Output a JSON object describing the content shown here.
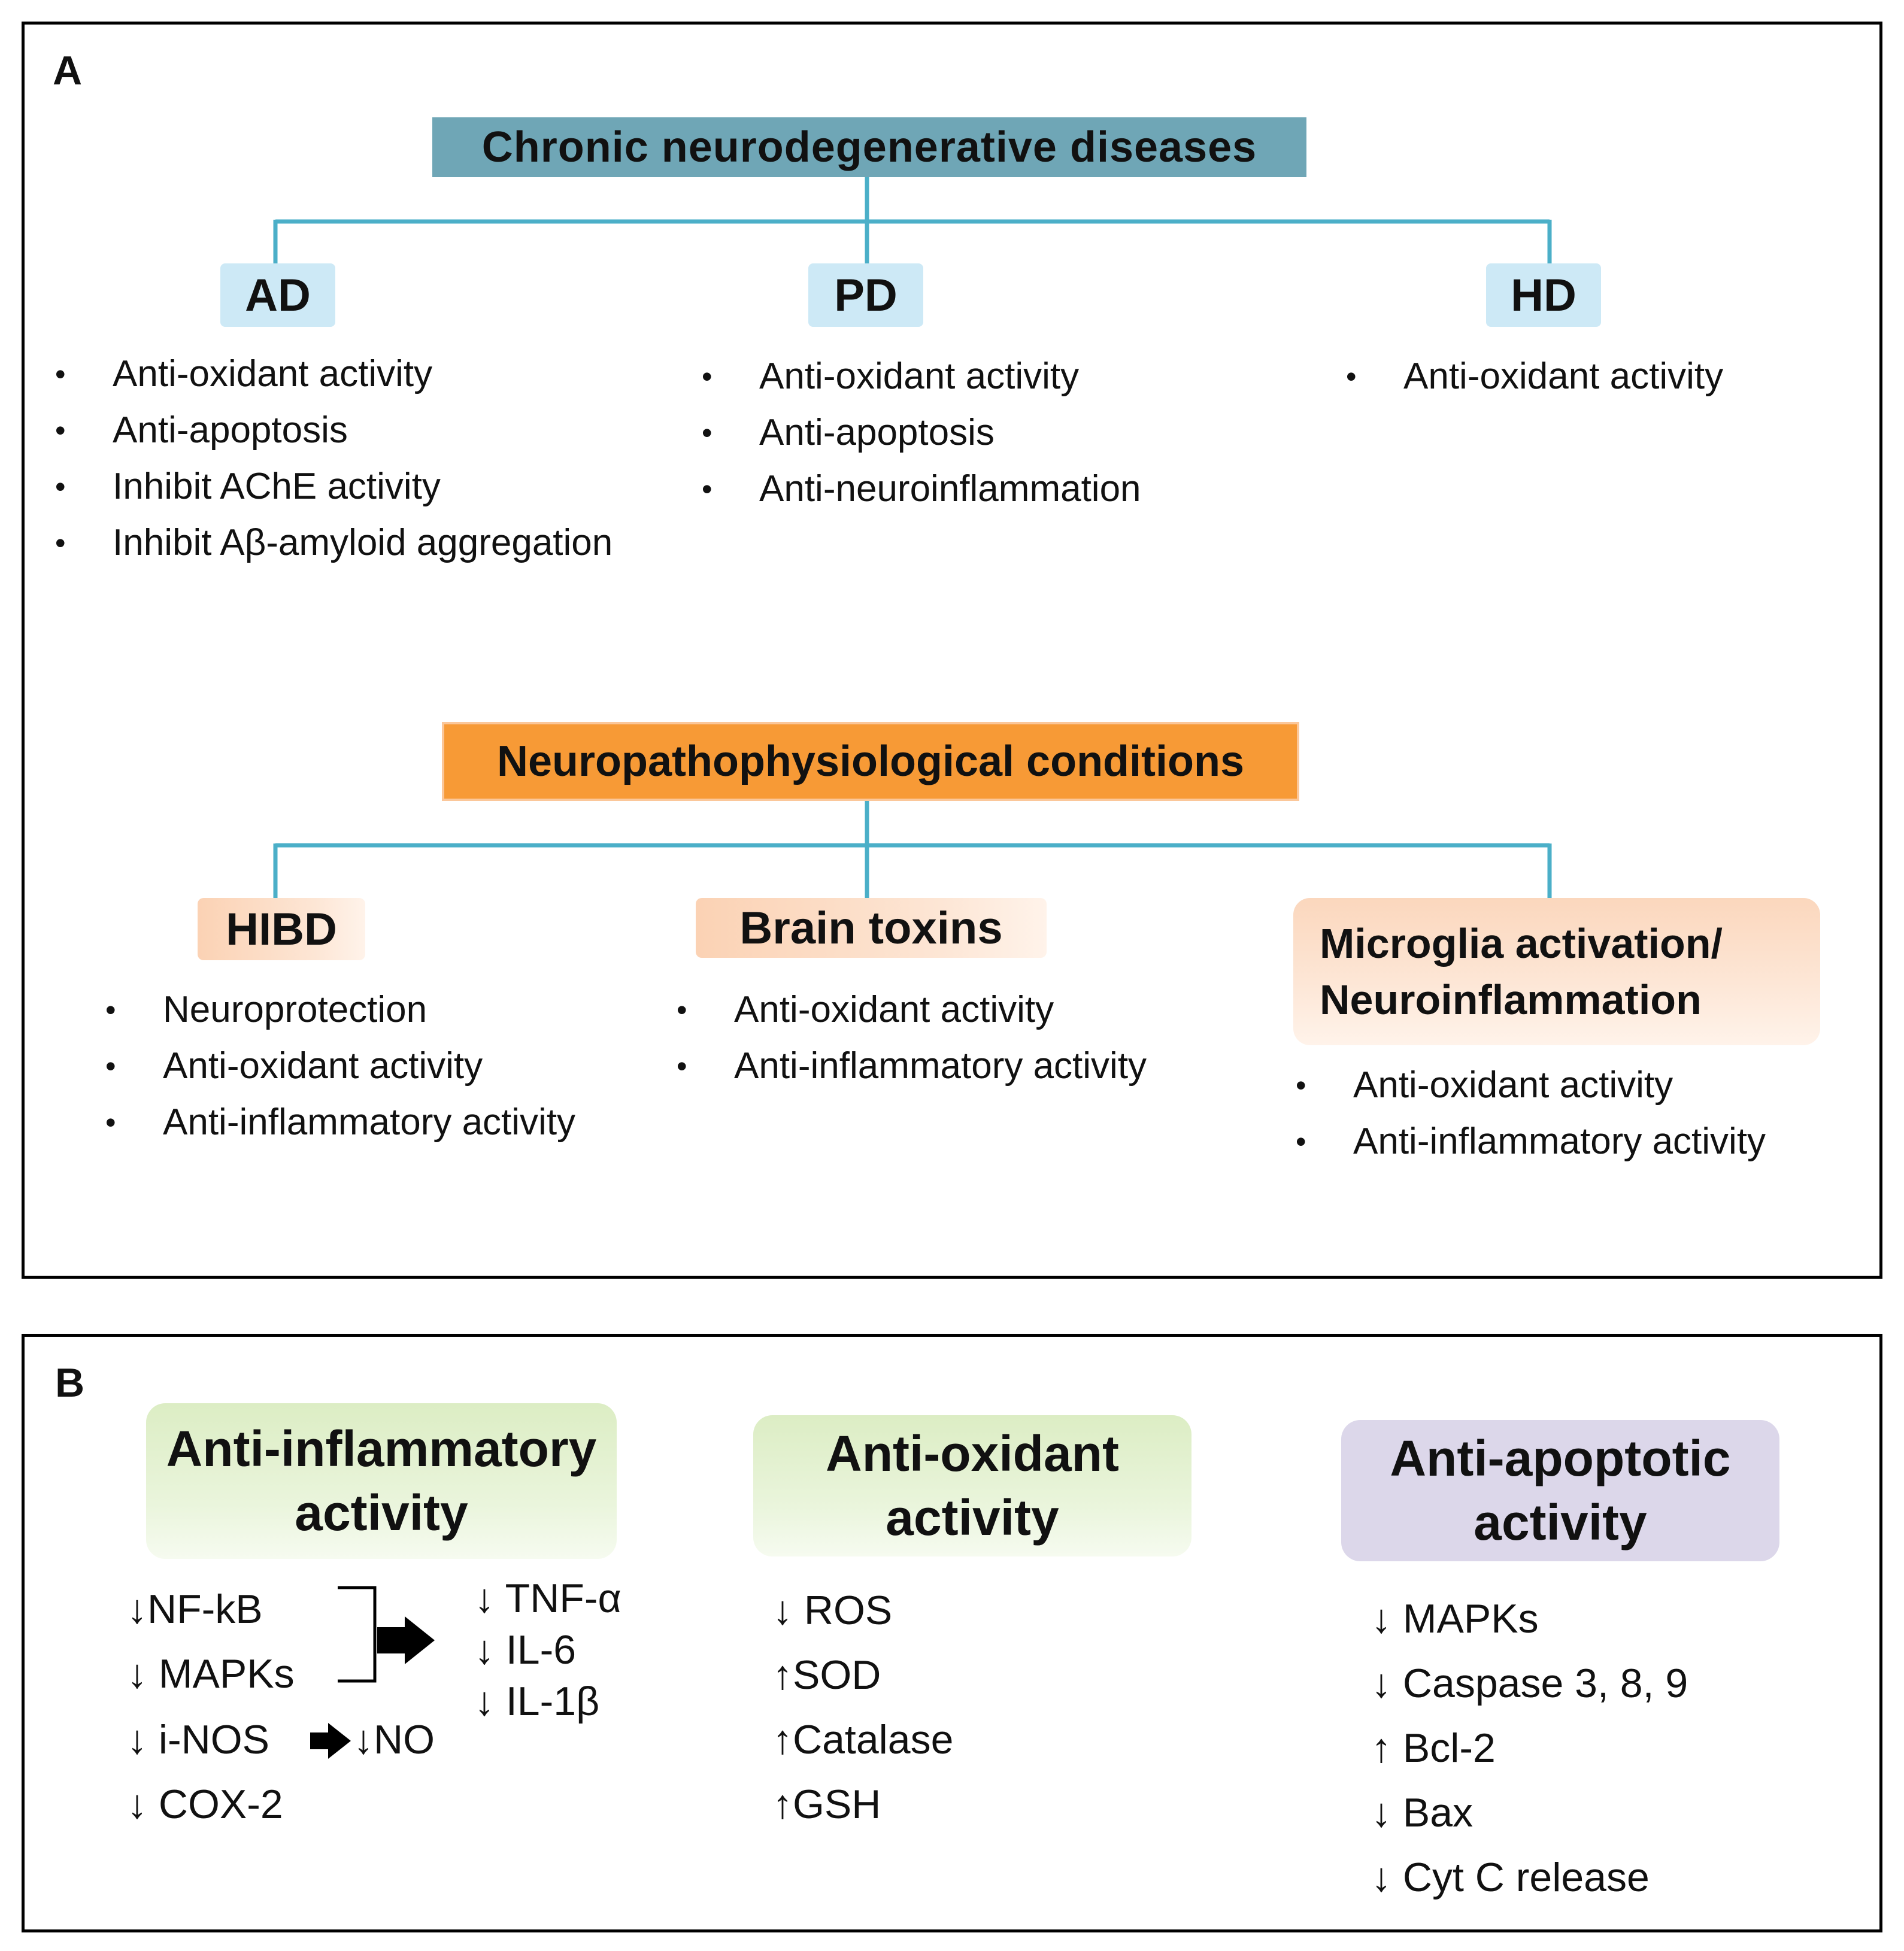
{
  "panel_a": {
    "label": "A",
    "chronic": {
      "title": "Chronic  neurodegenerative  diseases",
      "ad": {
        "label": "AD",
        "items": [
          "Anti-oxidant activity",
          "Anti-apoptosis",
          "Inhibit AChE activity",
          "Inhibit Aβ-amyloid aggregation"
        ]
      },
      "pd": {
        "label": "PD",
        "items": [
          "Anti-oxidant activity",
          "Anti-apoptosis",
          "Anti-neuroinflammation"
        ]
      },
      "hd": {
        "label": "HD",
        "items": [
          "Anti-oxidant activity"
        ]
      }
    },
    "neuro": {
      "title": "Neuropathophysiological  conditions",
      "hibd": {
        "label": "HIBD",
        "items": [
          "Neuroprotection",
          "Anti-oxidant activity",
          "Anti-inflammatory activity"
        ]
      },
      "toxins": {
        "label": "Brain toxins",
        "items": [
          "Anti-oxidant activity",
          "Anti-inflammatory activity"
        ]
      },
      "microglia": {
        "label_line1": "Microglia  activation/",
        "label_line2": "Neuroinflammation",
        "items": [
          "Anti-oxidant activity",
          "Anti-inflammatory activity"
        ]
      }
    },
    "bullet": "•",
    "connector_color": "#4bafc8"
  },
  "panel_b": {
    "label": "B",
    "inflammatory": {
      "title_line1": "Anti-inflammatory",
      "title_line2": "activity",
      "nfkb": "↓NF-kB",
      "mapks": "↓ MAPKs",
      "inos": "↓ i-NOS",
      "no": "↓NO",
      "cox2": "↓ COX-2",
      "tnf": "↓ TNF-α",
      "il6": "↓ IL-6",
      "il1b": "↓ IL-1β"
    },
    "oxidant": {
      "title_line1": "Anti-oxidant",
      "title_line2": "activity",
      "items": [
        "↓ ROS",
        "↑SOD",
        "↑Catalase",
        "↑GSH"
      ]
    },
    "apoptotic": {
      "title_line1": "Anti-apoptotic",
      "title_line2": "activity",
      "items": [
        "↓ MAPKs",
        "↓ Caspase 3, 8, 9",
        "↑ Bcl-2",
        "↓ Bax",
        "↓ Cyt C release"
      ]
    }
  }
}
